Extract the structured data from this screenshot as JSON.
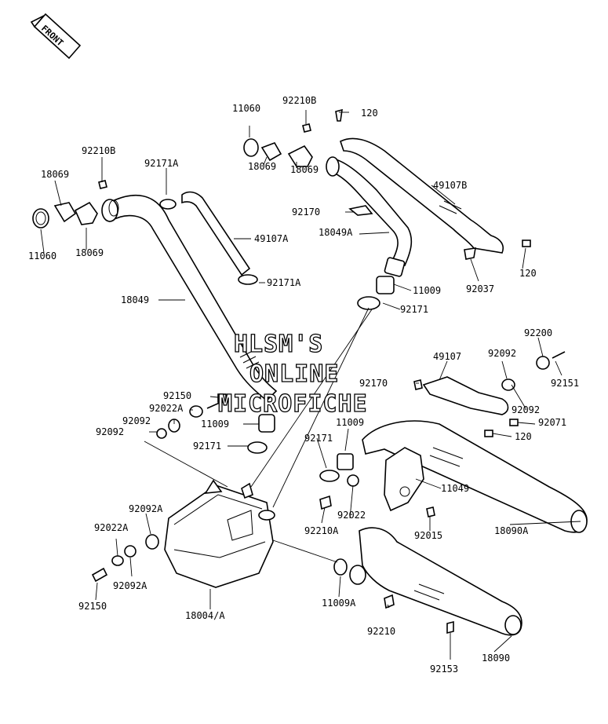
{
  "front_arrow": {
    "text": "FRONT"
  },
  "watermark": [
    "HLSM'S",
    "ONLINE",
    "MICROFICHE"
  ],
  "labels": [
    {
      "id": "l-11060-top",
      "text": "11060"
    },
    {
      "id": "l-92210B-top",
      "text": "92210B"
    },
    {
      "id": "l-120-top",
      "text": "120"
    },
    {
      "id": "l-18069-mid1",
      "text": "18069"
    },
    {
      "id": "l-18069-mid2",
      "text": "18069"
    },
    {
      "id": "l-92210B-left",
      "text": "92210B"
    },
    {
      "id": "l-92171A-top",
      "text": "92171A"
    },
    {
      "id": "l-18069-left1",
      "text": "18069"
    },
    {
      "id": "l-49107B",
      "text": "49107B"
    },
    {
      "id": "l-92170-top",
      "text": "92170"
    },
    {
      "id": "l-18049A",
      "text": "18049A"
    },
    {
      "id": "l-49107A",
      "text": "49107A"
    },
    {
      "id": "l-11060-left",
      "text": "11060"
    },
    {
      "id": "l-18069-left2",
      "text": "18069"
    },
    {
      "id": "l-120-right",
      "text": "120"
    },
    {
      "id": "l-92037",
      "text": "92037"
    },
    {
      "id": "l-92171A-bot",
      "text": "92171A"
    },
    {
      "id": "l-11009-top",
      "text": "11009"
    },
    {
      "id": "l-18049",
      "text": "18049"
    },
    {
      "id": "l-92171-top",
      "text": "92171"
    },
    {
      "id": "l-92200",
      "text": "92200"
    },
    {
      "id": "l-49107",
      "text": "49107"
    },
    {
      "id": "l-92092-r1",
      "text": "92092"
    },
    {
      "id": "l-92170-mid",
      "text": "92170"
    },
    {
      "id": "l-92151",
      "text": "92151"
    },
    {
      "id": "l-92150-top",
      "text": "92150"
    },
    {
      "id": "l-92022A-top",
      "text": "92022A"
    },
    {
      "id": "l-92092-r2",
      "text": "92092"
    },
    {
      "id": "l-92092-l1",
      "text": "92092"
    },
    {
      "id": "l-11009-mid",
      "text": "11009"
    },
    {
      "id": "l-11009-mid2",
      "text": "11009"
    },
    {
      "id": "l-92071",
      "text": "92071"
    },
    {
      "id": "l-92092-l2",
      "text": "92092"
    },
    {
      "id": "l-120-mid",
      "text": "120"
    },
    {
      "id": "l-92171-mid",
      "text": "92171"
    },
    {
      "id": "l-92171-mid2",
      "text": "92171"
    },
    {
      "id": "l-11049",
      "text": "11049"
    },
    {
      "id": "l-92092A-top",
      "text": "92092A"
    },
    {
      "id": "l-92022",
      "text": "92022"
    },
    {
      "id": "l-92210A",
      "text": "92210A"
    },
    {
      "id": "l-92015",
      "text": "92015"
    },
    {
      "id": "l-18090A",
      "text": "18090A"
    },
    {
      "id": "l-92022A-bot",
      "text": "92022A"
    },
    {
      "id": "l-92092A-bot",
      "text": "92092A"
    },
    {
      "id": "l-11009A",
      "text": "11009A"
    },
    {
      "id": "l-92150-bot",
      "text": "92150"
    },
    {
      "id": "l-18004A",
      "text": "18004/A"
    },
    {
      "id": "l-92210",
      "text": "92210"
    },
    {
      "id": "l-18090",
      "text": "18090"
    },
    {
      "id": "l-92153",
      "text": "92153"
    }
  ]
}
